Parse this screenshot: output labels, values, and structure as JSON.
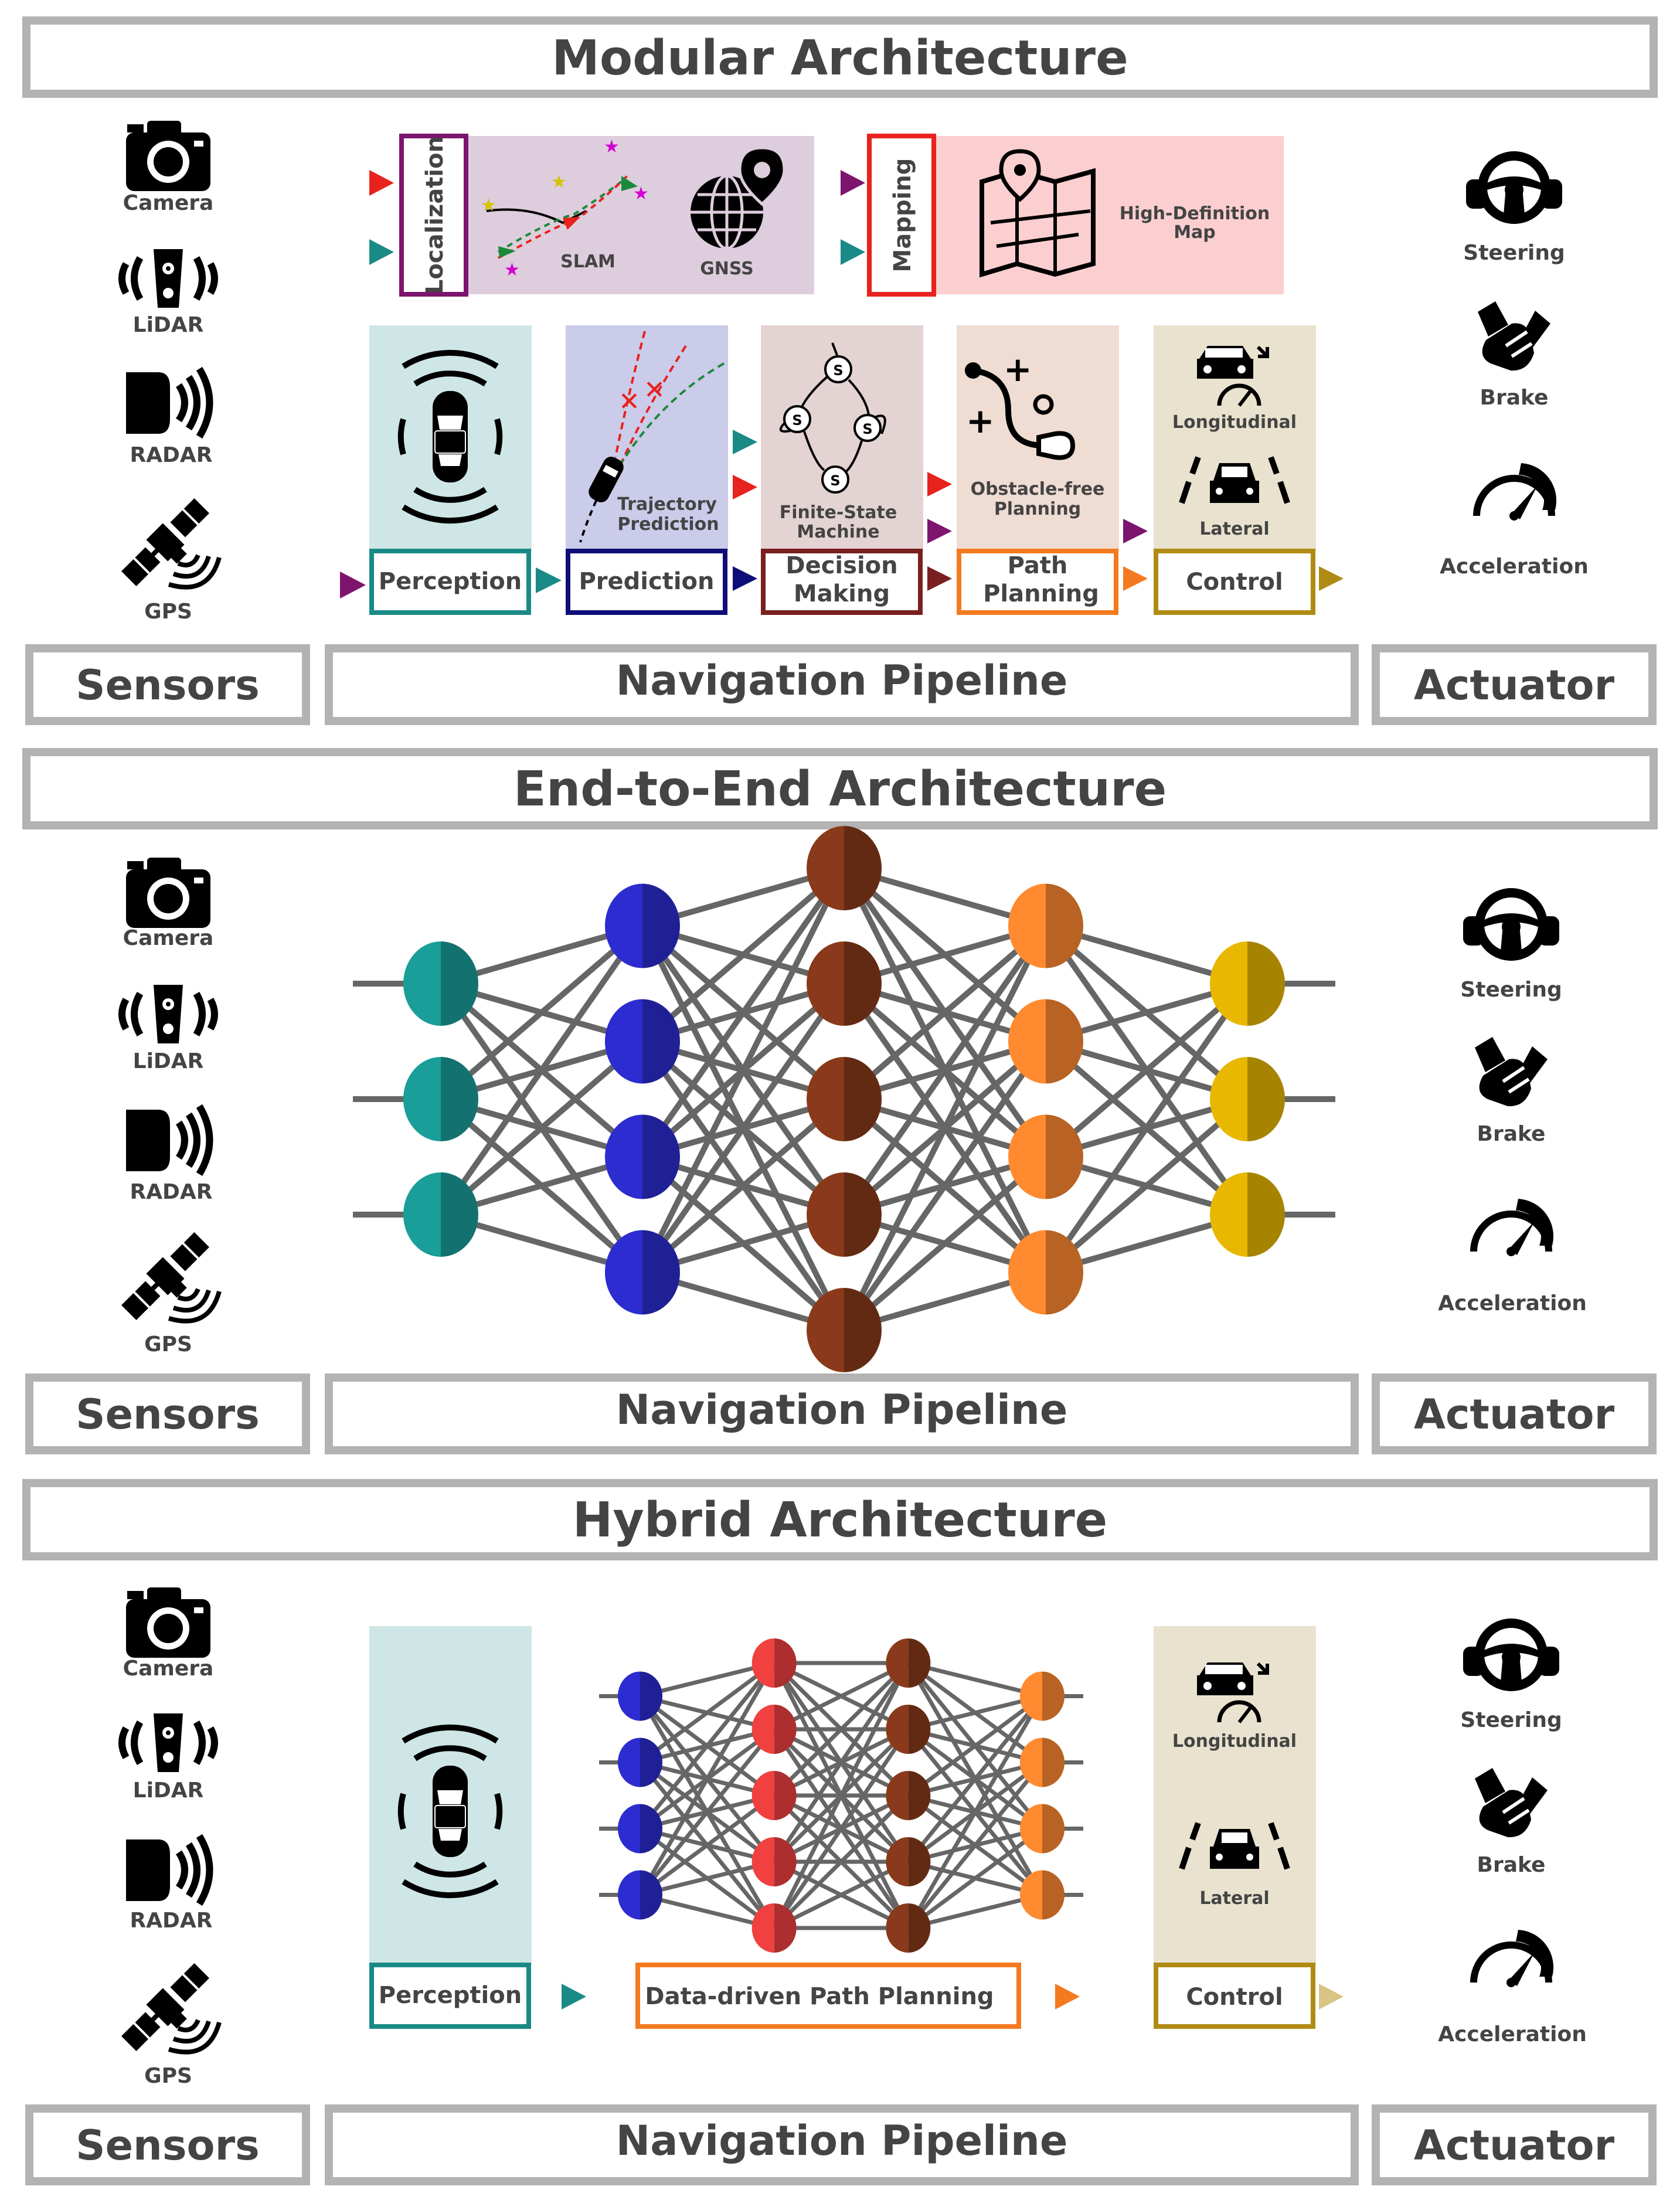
{
  "colors": {
    "frame": "#b3b3b3",
    "text": "#444444",
    "teal": "#1a8a86",
    "navy": "#0e0e78",
    "maroon": "#7a1f1f",
    "orange": "#f47a20",
    "gold": "#b08b14",
    "purple": "#7d146d",
    "red": "#e8221d",
    "perception_bg": "#cfe6e6",
    "prediction_bg": "#cbcbea",
    "decision_bg": "#e4d3d3",
    "path_bg": "#efdcd3",
    "control_bg": "#e9e2cf",
    "localization_bg": "#ddcddd",
    "mapping_bg": "#fbcfd0"
  },
  "sensors": [
    "Camera",
    "LiDAR",
    "RADAR",
    "GPS"
  ],
  "actuators": [
    "Steering",
    "Brake",
    "Acceleration"
  ],
  "footer": {
    "sensors": "Sensors",
    "pipeline": "Navigation Pipeline",
    "actuator": "Actuator"
  },
  "modular": {
    "title": "Modular Architecture",
    "localization": {
      "label": "Localization",
      "slam": "SLAM",
      "gnss": "GNSS"
    },
    "mapping": {
      "label": "Mapping",
      "hd_map_line1": "High-Definition",
      "hd_map_line2": "Map"
    },
    "stages": {
      "perception": "Perception",
      "prediction": "Prediction",
      "decision_line1": "Decision",
      "decision_line2": "Making",
      "path_line1": "Path",
      "path_line2": "Planning",
      "control": "Control"
    },
    "captions": {
      "trajectory_line1": "Trajectory",
      "trajectory_line2": "Prediction",
      "fsm_line1": "Finite-State",
      "fsm_line2": "Machine",
      "obstacle_line1": "Obstacle-free",
      "obstacle_line2": "Planning",
      "longitudinal": "Longitudinal",
      "lateral": "Lateral",
      "state_symbol": "S"
    }
  },
  "end_to_end": {
    "title": "End-to-End Architecture",
    "layers": [
      {
        "nodes": 3,
        "color": "#1a9e9a"
      },
      {
        "nodes": 4,
        "color": "#2c2cd0"
      },
      {
        "nodes": 5,
        "color": "#8a3a1a"
      },
      {
        "nodes": 4,
        "color": "#ff8a30"
      },
      {
        "nodes": 3,
        "color": "#e8b800"
      }
    ]
  },
  "hybrid": {
    "title": "Hybrid Architecture",
    "perception": "Perception",
    "path_planning": "Data-driven Path Planning",
    "control": "Control",
    "longitudinal": "Longitudinal",
    "lateral": "Lateral",
    "layers": [
      {
        "nodes": 4,
        "color": "#2c2cd0"
      },
      {
        "nodes": 5,
        "color": "#f04040"
      },
      {
        "nodes": 5,
        "color": "#8a3a1a"
      },
      {
        "nodes": 4,
        "color": "#ff8a30"
      }
    ]
  }
}
